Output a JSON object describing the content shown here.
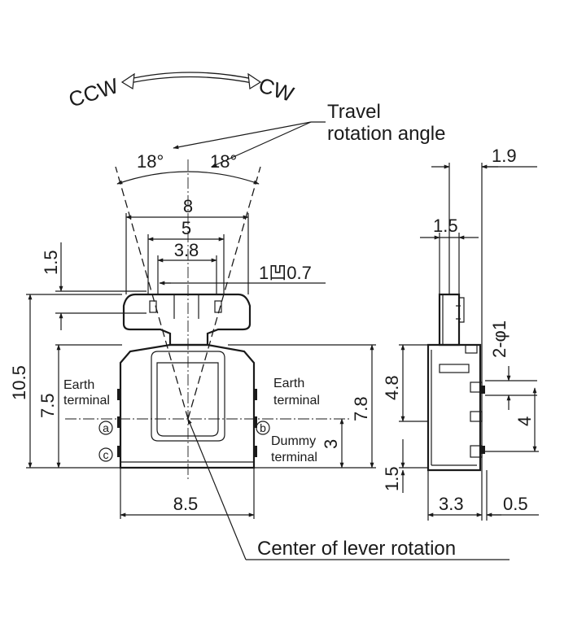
{
  "rotation": {
    "ccw": "CCW",
    "cw": "CW"
  },
  "callouts": {
    "travel_line1": "Travel",
    "travel_line2": "rotation angle",
    "center": "Center of lever rotation"
  },
  "front_view": {
    "angle_left": "18°",
    "angle_right": "18°",
    "dim_8": "8",
    "dim_5": "5",
    "dim_3_8": "3.8",
    "dim_1_5": "1.5",
    "slot": "1凹0.7",
    "dim_10_5": "10.5",
    "dim_7_5": "7.5",
    "dim_7_8": "7.8",
    "dim_3": "3",
    "dim_8_5": "8.5",
    "terminal_a": "a",
    "terminal_b": "b",
    "terminal_c": "c",
    "earth_left_1": "Earth",
    "earth_left_2": "terminal",
    "earth_right_1": "Earth",
    "earth_right_2": "terminal",
    "dummy_1": "Dummy",
    "dummy_2": "terminal"
  },
  "side_view": {
    "dim_1_9": "1.9",
    "dim_1_5_top": "1.5",
    "hole_spec": "2-φ1",
    "dim_4_8": "4.8",
    "dim_4": "4",
    "dim_1_5_bottom": "1.5",
    "dim_3_3": "3.3",
    "dim_0_5": "0.5"
  }
}
